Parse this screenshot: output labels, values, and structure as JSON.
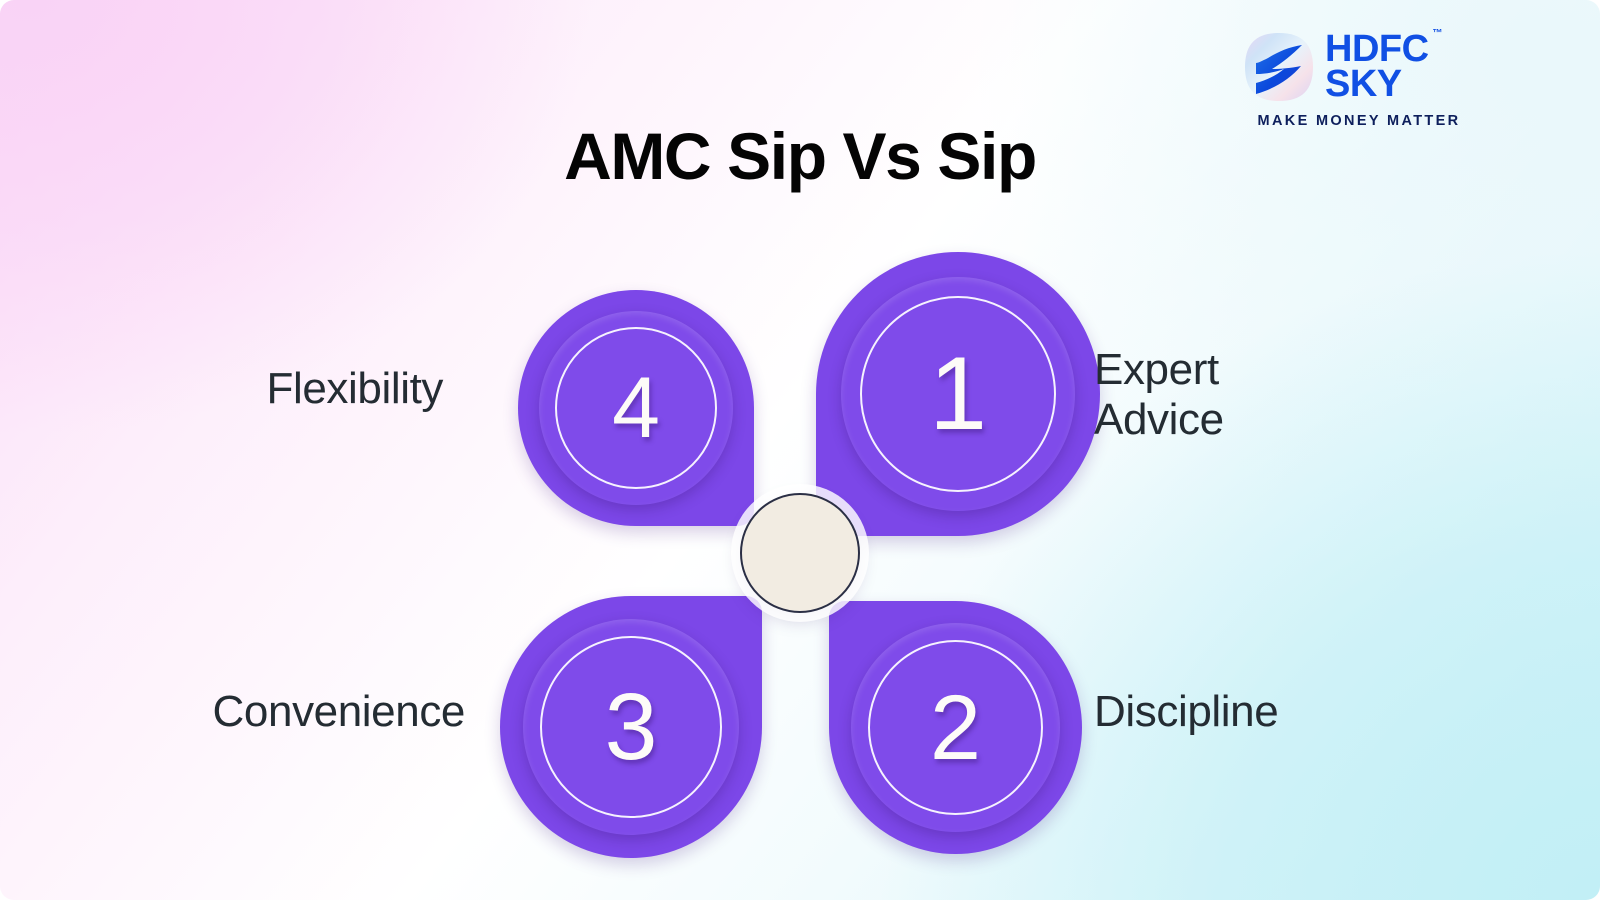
{
  "title": "AMC Sip Vs Sip",
  "brand": {
    "mark_icon": "hdfc-sky-swoosh-icon",
    "name_line1": "HDFC",
    "name_line2": "SKY",
    "trademark": "™",
    "tagline": "MAKE MONEY MATTER",
    "colors": {
      "wordmark": "#1150e4",
      "tagline": "#0d1f5c"
    }
  },
  "diagram": {
    "type": "four-petal-flower",
    "hub_color": "#f2ece2",
    "petal_color": "#7c47e8",
    "petals": [
      {
        "number": "1",
        "label": "Expert\nAdvice",
        "position": "top-right"
      },
      {
        "number": "2",
        "label": "Discipline",
        "position": "bottom-right"
      },
      {
        "number": "3",
        "label": "Convenience",
        "position": "bottom-left"
      },
      {
        "number": "4",
        "label": "Flexibility",
        "position": "top-left"
      }
    ]
  },
  "background": {
    "top_left": "#f9d3f6",
    "bottom_right": "#c2eff6",
    "mid": "#ffffff"
  }
}
